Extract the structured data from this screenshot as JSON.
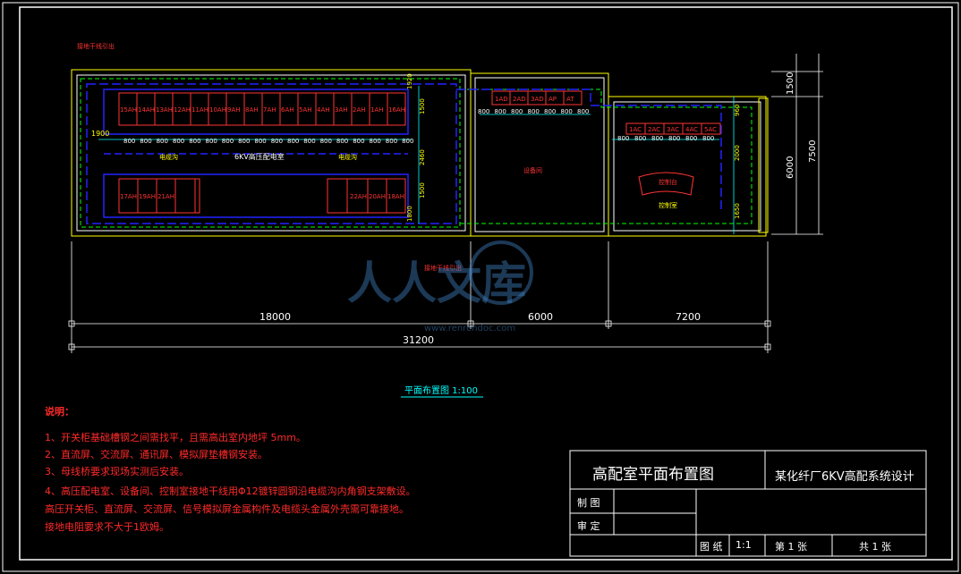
{
  "drawing": {
    "wall_labels": {
      "top_left": "接地干线引出",
      "bottom_right": "接地干线引出"
    },
    "cabinets_row1": [
      "15AH",
      "14AH",
      "13AH",
      "12AH",
      "11AH",
      "10AH",
      "9AH",
      "8AH",
      "7AH",
      "6AH",
      "5AH",
      "4AH",
      "3AH",
      "2AH",
      "1AH",
      "16AH"
    ],
    "cabinets_row2_left": [
      "17AH",
      "19AH",
      "21AH"
    ],
    "cabinets_row2_right": [
      "22AH",
      "20AH",
      "18AH"
    ],
    "room_label": "6KV高压配电室",
    "cable_trench_label": "电缆沟",
    "spacing_label": "800",
    "dim_1500": "1500",
    "dim_2460": "2460",
    "dim_1900": "1900",
    "dim_1920": "1920",
    "dim_1800": "1800",
    "middle_panels": [
      "1AD",
      "2AD",
      "3AD",
      "AP",
      "AT"
    ],
    "middle_room_label": "设备间",
    "right_panels": [
      "1AC",
      "2AC",
      "3AC",
      "4AC",
      "5AC"
    ],
    "control_desk_label": "控制台",
    "control_room_label": "控制室",
    "dim_960": "960",
    "dim_2000": "2000",
    "dim_1650": "1650",
    "dim_18000": "18000",
    "dim_6000": "6000",
    "dim_7200": "7200",
    "dim_31200": "31200",
    "dim_v1500": "1500",
    "dim_v6000": "6000",
    "dim_v7500": "7500",
    "plan_title": "平面布置图  1:100",
    "watermark": "人人文库",
    "watermark_url": "www.renrendoc.com"
  },
  "notes": {
    "heading": "说明：",
    "items": [
      "1、开关柜基础槽钢之间需找平，且需高出室内地坪 5mm。",
      "2、直流屏、交流屏、通讯屏、模拟屏垫槽钢安装。",
      "3、母线桥要求现场实测后安装。",
      "4、高压配电室、设备间、控制室接地干线用Φ12镀锌圆钢沿电缆沟内角钢支架敷设。",
      "    高压开关柜、直流屏、交流屏、信号模拟屏金属构件及电缆头金属外壳需可靠接地。",
      "    接地电阻要求不大于1欧姆。"
    ]
  },
  "title_block": {
    "drawing_name": "高配室平面布置图",
    "project_name": "某化纤厂6KV高配系统设计",
    "drawn_label": "制 图",
    "checked_label": "审 定",
    "sheet_label": "图 纸",
    "scale_value": "1:1",
    "sheet_no": "第 1 张",
    "sheet_total": "共 1 张"
  }
}
